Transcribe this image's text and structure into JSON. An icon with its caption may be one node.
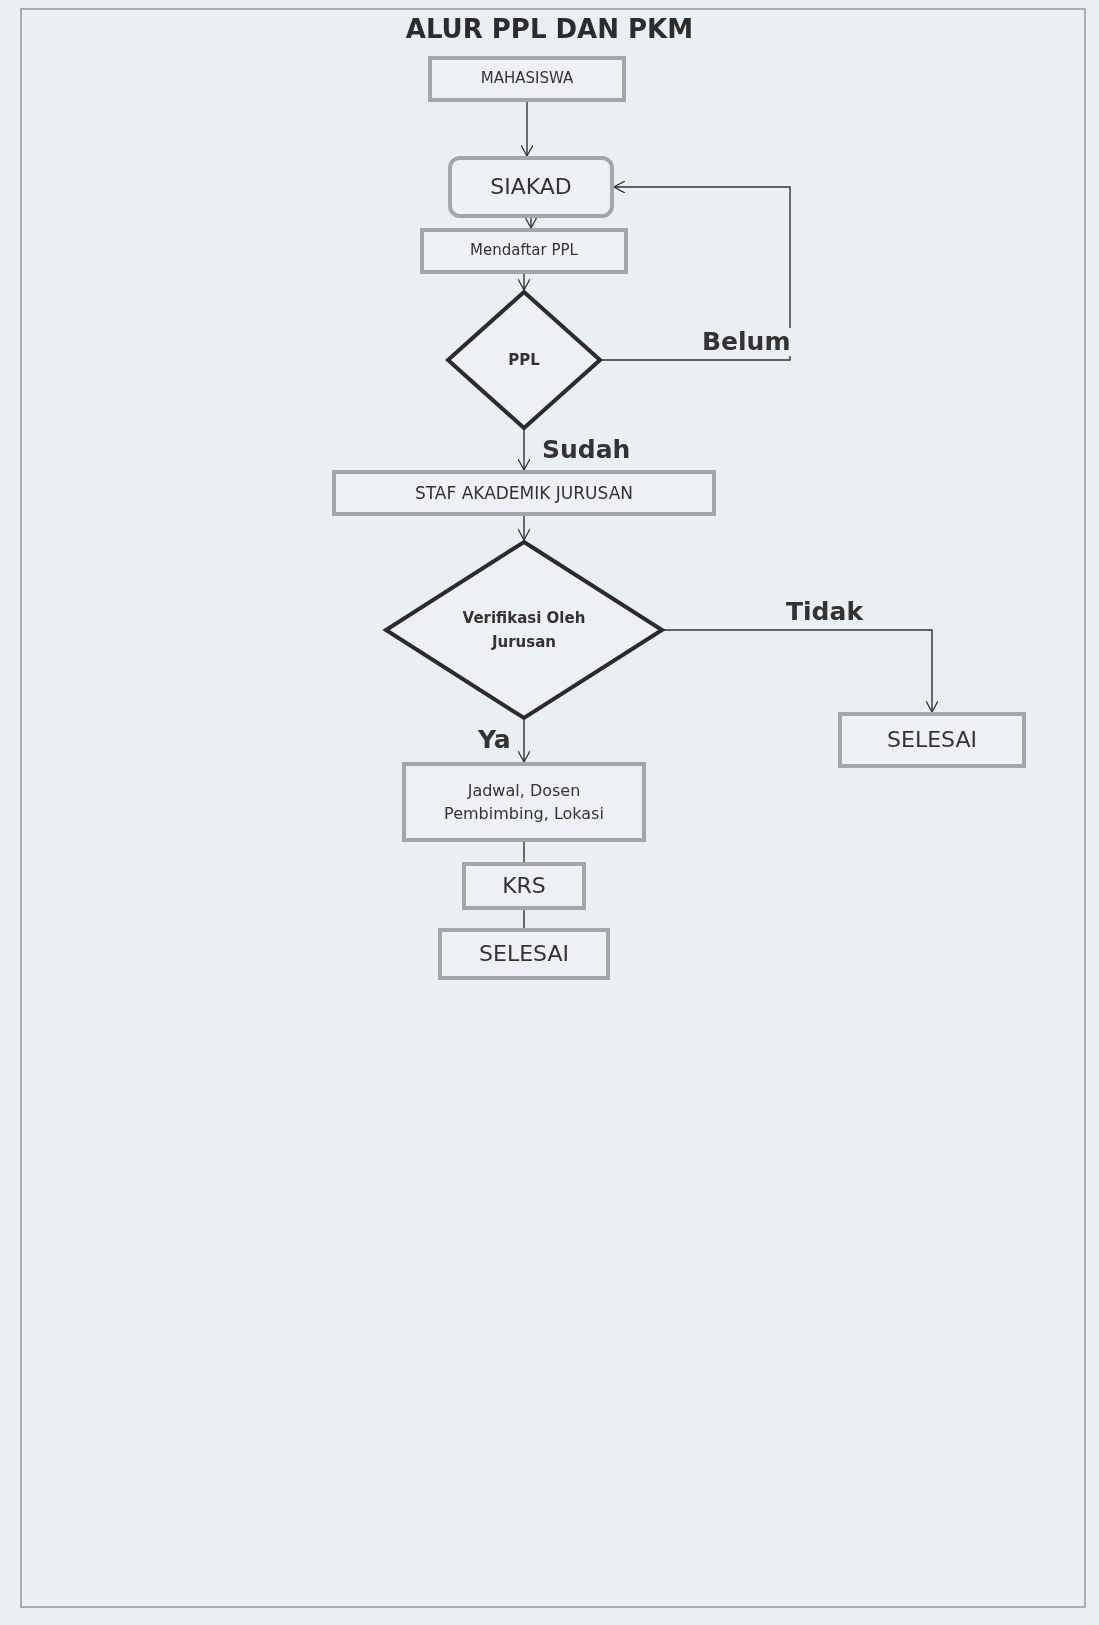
{
  "diagram": {
    "title": "ALUR PPL DAN PKM",
    "nodes": [
      {
        "text": [
          "MAHASISWA"
        ]
      },
      {
        "text": [
          "SIAKAD"
        ]
      },
      {
        "text": [
          "Mendaftar PPL"
        ]
      },
      {
        "text": [
          "PPL"
        ]
      },
      {
        "text": [
          "STAF AKADEMIK JURUSAN"
        ]
      },
      {
        "text": [
          "Verifikasi Oleh Jurusan"
        ]
      },
      {
        "text": [
          "Jadwal, Dosen Pembimbing, Lokasi"
        ]
      },
      {
        "text": [
          "KRS"
        ]
      },
      {
        "text": [
          "SELESAI"
        ]
      },
      {
        "text": [
          "SELESAI"
        ]
      }
    ],
    "edges": [
      {
        "from": 0,
        "to": 1,
        "arrow": "to"
      },
      {
        "from": 1,
        "to": 2,
        "arrow": "to"
      },
      {
        "from": 2,
        "to": 3,
        "arrow": "to"
      },
      {
        "from": 3,
        "to": 4,
        "arrow": "to",
        "label": "Sudah"
      },
      {
        "from": 3,
        "to": 1,
        "arrow": "to",
        "label": "Belum"
      },
      {
        "from": 4,
        "to": 5,
        "arrow": "to"
      },
      {
        "from": 5,
        "to": 6,
        "arrow": "to",
        "label": "Ya"
      },
      {
        "from": 5,
        "to": 9,
        "arrow": "to",
        "label": "Tidak"
      },
      {
        "from": 6,
        "to": 7,
        "arrow": "none"
      },
      {
        "from": 7,
        "to": 8,
        "arrow": "none"
      }
    ]
  }
}
